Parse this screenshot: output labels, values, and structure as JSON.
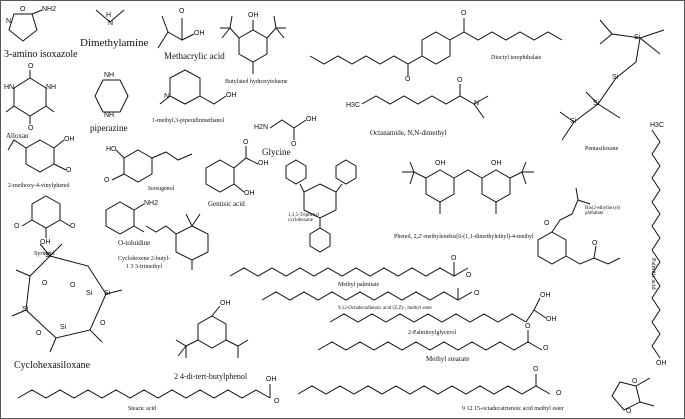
{
  "compounds": {
    "amino_isoxazole": "3-amino isoxazole",
    "dimethylamine": "Dimethylamine",
    "methacrylic_acid": "Methacrylic acid",
    "bht": "Butylated hydroxytoluene",
    "dioctyl_terephthalate": "Dioctyl terephthalate",
    "alloxan": "Alloxan",
    "piperazine": "piperazine",
    "methylpiperidinemethanol": "1-methyl,3-piperidinmethanol",
    "glycine": "Glycine",
    "octanamide": "Octanamide, N,N-dimethyl",
    "pentasiloxane": "Pentasiloxane",
    "methoxyvinylphenol": "2-methoxy-4-vinylphenol",
    "isoeugenol": "Isoeugenol",
    "gentisic_acid": "Gentisic acid",
    "triphenylcyclohexane": "1,3,5-Triphenyl cyclohexane",
    "methylenebis_phenol": "Phenol, 2,2'-methylenebis[6-(1,1-dimethylethyl)-4-methyl",
    "ethylhexyl_phthalate": "Bis(2-ethylhexyl) phthalate",
    "palmitic_acid": "Palmitic acid",
    "syringol": "Syringol",
    "toluidine": "O-toluidine",
    "cyclohexene_line1": "Cyclohexene 2-butyl-",
    "cyclohexene_line2": "1 3 3-trimethyl",
    "methyl_palmitate": "Methyl palmitate",
    "octadecadienoic": "9,12-Octadecadienoic acid (Z,Z)-, methyl ester",
    "palmitoylglycerol": "2-Palmitoylglycerol",
    "methyl_stearate": "Methyl stearate",
    "cyclohexasiloxane": "Cyclohexasiloxane",
    "ditertbutylphenol": "2 4-di-tert-butylphenol",
    "stearic_acid": "Stearic acid",
    "octadecatrienoic": "9 12 15-octadecatrienoic acid methyl ester"
  },
  "atoms": {
    "o": "O",
    "n": "N",
    "h": "H",
    "nh2": "NH2",
    "oh": "OH",
    "ho": "HO",
    "si": "Si",
    "h3c": "H3C",
    "h2n": "H2N",
    "hn": "HN",
    "nh": "NH"
  }
}
